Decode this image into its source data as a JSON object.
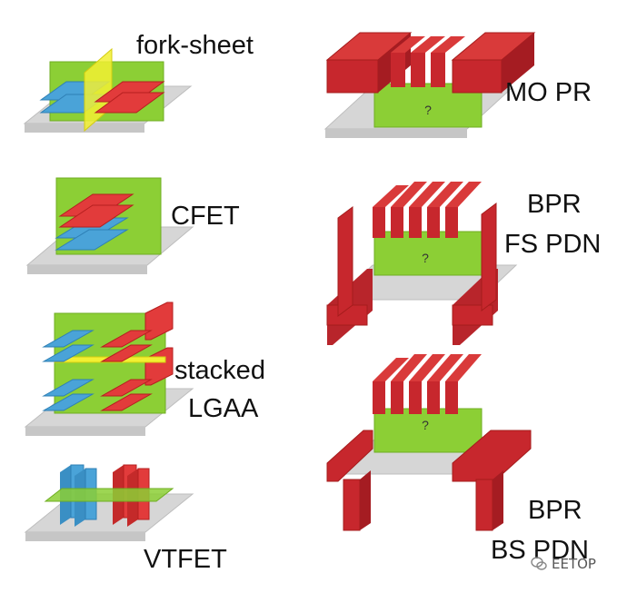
{
  "labels": {
    "fork_sheet": "fork-sheet",
    "cfet": "CFET",
    "stacked": "stacked",
    "lgaa": "LGAA",
    "vtfet": "VTFET",
    "mo_pr": "MO PR",
    "bpr_fs_1": "BPR",
    "bpr_fs_2": "FS PDN",
    "bpr_bs_1": "BPR",
    "bpr_bs_2": "BS PDN"
  },
  "unknown_mark": "?",
  "watermark": "EETOP",
  "colors": {
    "gate_green": "#8ccf35",
    "nmos_blue": "#4aa3d8",
    "pmos_red": "#e23b3b",
    "wall_yellow": "#f2f032",
    "rail_red": "#c7272d",
    "substrate_grey": "#d6d6d6"
  }
}
